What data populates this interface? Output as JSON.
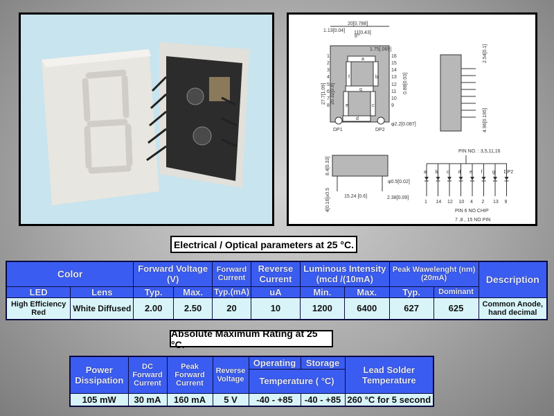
{
  "drawing": {
    "dims": {
      "width": "20[0.788]",
      "seg_width": "11[0.43]",
      "offset": "1.13[0.04]",
      "seg_thick": "1.75[.069]",
      "height": "27.7[1.09]",
      "digit_height": "20.32[0.8]",
      "center": "0.88[0.03]",
      "dp": "φ2.2[0.087]",
      "depth": "8.4[0.33]",
      "pin_len": "4[0.16]±0.5",
      "pin_dia": "φ0.5[0.02]",
      "row_spacing": "15.24 [0.6]",
      "edge": "2.38[0.09]",
      "pitch": "2.54[0.1]",
      "side": "4.96[0.195]",
      "slant": "8°"
    },
    "segments": [
      "a",
      "b",
      "c",
      "d",
      "e",
      "f",
      "g"
    ],
    "dp_labels": [
      "DP1",
      "DP2"
    ],
    "left_pins": [
      "1",
      "2",
      "3",
      "4",
      "5",
      "6",
      "7",
      "8"
    ],
    "right_pins": [
      "16",
      "15",
      "14",
      "13",
      "12",
      "11",
      "10",
      "9"
    ],
    "common_pins": "PIN NO. : 3,5,11,16",
    "diode_labels": [
      "a",
      "b",
      "c",
      "d",
      "e",
      "f",
      "g",
      "DP2"
    ],
    "diode_pins": [
      "1",
      "14",
      "12",
      "10",
      "4",
      "2",
      "13",
      "9"
    ],
    "note1": "PIN 6 NO CHIP",
    "note2": "7 ,8 , 15 NO PIN"
  },
  "section1_title": "Electrical  /  Optical parameters at 25 °C.",
  "table1": {
    "h": {
      "color": "Color",
      "fv": "Forward Voltage (V)",
      "fc": "Forward Current",
      "rc": "Reverse Current",
      "li": "Luminous Intensity (mcd /(10mA)",
      "pw": "Peak    Wawelenght (nm) (20mA)",
      "desc": "Description"
    },
    "s": {
      "led": "LED",
      "lens": "Lens",
      "typ": "Typ.",
      "max": "Max.",
      "typma": "Typ.(mA)",
      "ua": "uA",
      "min": "Min.",
      "max2": "Max.",
      "typ2": "Typ.",
      "dom": "Dominant"
    },
    "row": {
      "led": "High Efficiency Red",
      "lens": "White Diffused",
      "vtyp": "2.00",
      "vmax": "2.50",
      "if": "20",
      "ir": "10",
      "lmin": "1200",
      "lmax": "6400",
      "wtyp": "627",
      "wdom": "625",
      "desc": "Common Anode, hand decimal"
    }
  },
  "section2_title": "Absolute Maximum Rating at 25 °C.",
  "table2": {
    "h": {
      "pd": "Power Dissipation",
      "dcf": "DC Forward Current",
      "pf": "Peak Forward Current",
      "rv": "Reverse Voltage",
      "op": "Operating",
      "st": "Storage",
      "temp": "Temperature ( °C)",
      "ls": "Lead Solder Temperature"
    },
    "row": {
      "pd": "105 mW",
      "dcf": "30 mA",
      "pf": "160 mA",
      "rv": "5 V",
      "op": "-40 - +85",
      "st": "-40 - +85",
      "ls": "260 °C for 5 second"
    }
  }
}
